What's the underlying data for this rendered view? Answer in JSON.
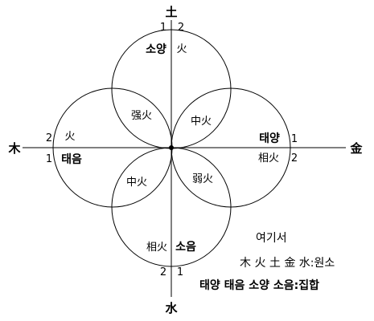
{
  "axes": {
    "top": "土",
    "bottom": "水",
    "left": "木",
    "right": "金"
  },
  "circles": {
    "top": {
      "name": "소양",
      "element": "火",
      "num_left": "1",
      "num_right": "2"
    },
    "right": {
      "name": "태양",
      "element": "相火",
      "num_top": "1",
      "num_bottom": "2"
    },
    "bottom": {
      "name": "소음",
      "element": "相火",
      "num_left": "2",
      "num_right": "1"
    },
    "left": {
      "name": "태음",
      "element": "火",
      "num_top": "2",
      "num_bottom": "1"
    }
  },
  "overlaps": {
    "upper_left": "强火",
    "upper_right": "中火",
    "lower_left": "中火",
    "lower_right": "弱火"
  },
  "legend": {
    "title": "여기서",
    "line1": "木 火 土 金 水:원소",
    "line2": "태양 태음 소양 소음:집합"
  },
  "colors": {
    "line": "#000000",
    "background": "#ffffff"
  }
}
